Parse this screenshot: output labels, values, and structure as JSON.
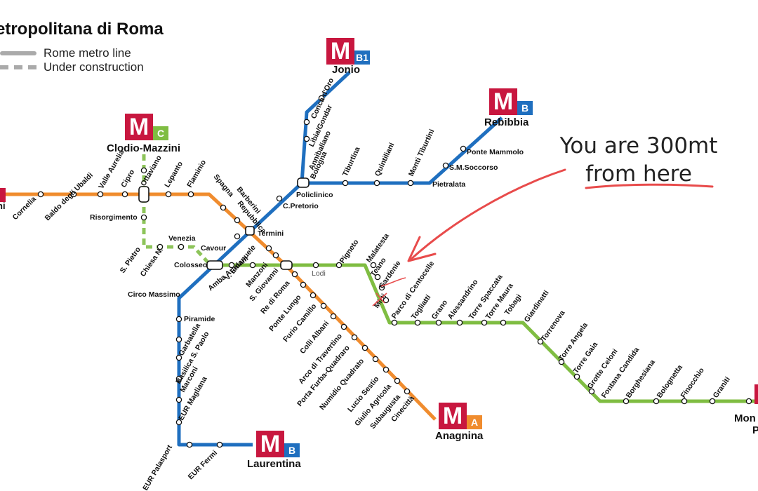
{
  "title": "etropolitana di Roma",
  "legend": [
    {
      "label": "Rome metro line",
      "style": "solid"
    },
    {
      "label": "Under construction",
      "style": "dashed"
    }
  ],
  "annotation": {
    "line1": "You are 300mt",
    "line2": "from here"
  },
  "colors": {
    "line_a": "#f08c2e",
    "line_b": "#1f6fbf",
    "line_c": "#7fbd42",
    "brand": "#c8173f",
    "annotation": "#e84b4b"
  },
  "badges": [
    {
      "id": "jonio",
      "letter": "M",
      "line": "B1",
      "line_color": "#1f6fbf",
      "terminus": "Jonio"
    },
    {
      "id": "rebibbia",
      "letter": "M",
      "line": "B",
      "line_color": "#1f6fbf",
      "terminus": "Rebibbia"
    },
    {
      "id": "clodio",
      "letter": "M",
      "line": "C",
      "line_color": "#7fbd42",
      "terminus": "Clodio-Mazzini"
    },
    {
      "id": "anagnina",
      "letter": "M",
      "line": "A",
      "line_color": "#f08c2e",
      "terminus": "Anagnina"
    },
    {
      "id": "laurentina",
      "letter": "M",
      "line": "B",
      "line_color": "#1f6fbf",
      "terminus": "Laurentina"
    },
    {
      "id": "monte",
      "letter": "",
      "line": "",
      "line_color": "#c8173f",
      "terminus": "Mon"
    },
    {
      "id": "west",
      "letter": "",
      "line": "",
      "line_color": "#c8173f",
      "terminus": "ni"
    }
  ],
  "stations": {
    "line_a": [
      "Cornelia",
      "Baldo degli Ubaldi",
      "Valle Aurelia",
      "Cipro",
      "Ottaviano",
      "Lepanto",
      "Flaminio",
      "Spagna",
      "Barberini",
      "Repubblica",
      "Termini",
      "V. Emanuele",
      "Manzoni",
      "S. Giovanni",
      "Re di Roma",
      "Ponte Lungo",
      "Furio Camillo",
      "Colli Albani",
      "Arco di Travertino",
      "Porta Furba-Quadraro",
      "Numidio Quadrato",
      "Lucio Sestio",
      "Giulio Agricola",
      "Subaugusta",
      "Cinecittà"
    ],
    "line_b": [
      "Circo Massimo",
      "Piramide",
      "Garbatella",
      "Basilica S. Paolo",
      "Marconi",
      "EUR Magliana",
      "EUR Palasport",
      "EUR Fermi",
      "Colosseo",
      "Cavour",
      "Policlinico",
      "C.Pretorio",
      "Bologna",
      "Tiburtina",
      "Quintiliani",
      "Monti Tiburtini",
      "Pietralata",
      "S.M.Soccorso",
      "Ponte Mammolo"
    ],
    "line_b1": [
      "Annibaliano",
      "Libia/Gondar",
      "Conca d'Oro"
    ],
    "line_c": [
      "Lodi",
      "Pigneto",
      "Malatesta",
      "Teano",
      "Gardenie",
      "Mirti",
      "Parco di Centocelle",
      "Togliatti",
      "Grano",
      "Alessandrino",
      "Torre Spaccata",
      "Torre Maura",
      "Tobagi",
      "Giardinetti",
      "Torrenova",
      "Torre Angela",
      "Torre Gaia",
      "Grotte Celoni",
      "Fontana Candida",
      "Borghesiana",
      "Bolognetta",
      "Finocchio",
      "Graniti",
      "Amba Aradam"
    ],
    "line_c_construction": [
      "Risorgimento",
      "S. Pietro",
      "Chiesa N.",
      "Venezia"
    ]
  }
}
